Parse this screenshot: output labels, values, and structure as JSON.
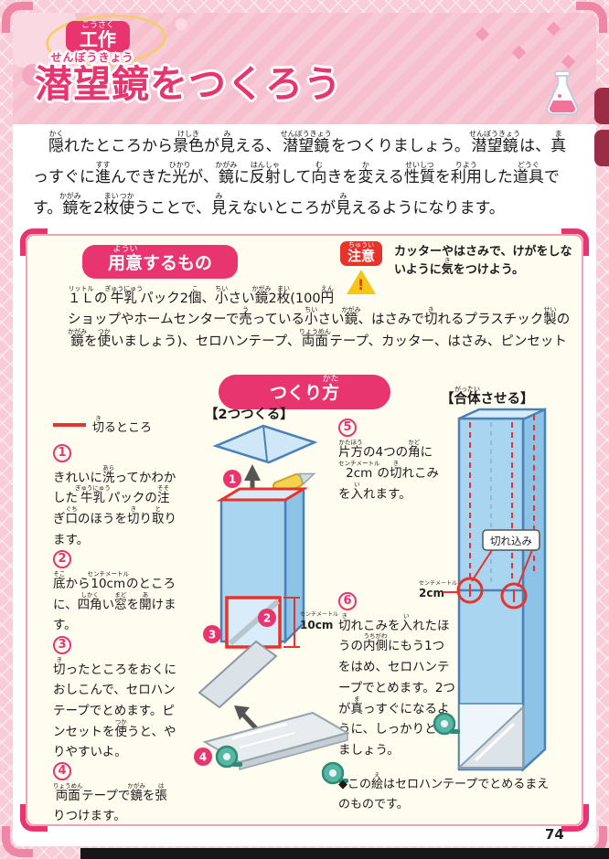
{
  "page": {
    "number": "74"
  },
  "colors": {
    "accent_pink": "#e8346f",
    "cut_red": "#e8332c",
    "caution_yellow": "#f5c518",
    "carton_blue": "#a9d5f0",
    "tape_teal": "#57b6a4"
  },
  "icons": {
    "flask": "flask-beaker",
    "warning": "warning-triangle",
    "tape": "tape-roll",
    "cutter": "utility-knife",
    "arrow": "insert-arrow"
  },
  "header": {
    "category_badge": "{工作|こうさく}",
    "title": "{潜望鏡|せんぼうきょう}をつくろう"
  },
  "intro": "　{隠|かく}れたところから{景色|けしき}が{見|み}える、{潜望鏡|せんぼうきょう}をつくりましょう。{潜望鏡|せんぼうきょう}は、{真|ま}っすぐに{進|すす}んできた{光|ひかり}が、{鏡|かがみ}に{反射|はんしゃ}して{向|む}きを{変|か}える{性質|せいしつ}を{利用|りよう}した{道具|どうぐ}です。{鏡|かがみ}を2{枚|まい}{使|つか}うことで、{見|み}えないところが{見|み}えるようになります。",
  "materials": {
    "heading": "{用意|ようい}するもの",
    "caution_label": "{注意|ちゅうい}",
    "caution_text": "カッターやはさみで、けがをしないように{気|き}をつけよう。",
    "list": "{１Ｌ|リットル}の{牛乳|ぎゅうにゅう}パック2{個|こ}、{小|ちい}さい{鏡|かがみ}2{枚|まい}(100{円|えん}ショップやホームセンターで{売|う}っている{小|ちい}さい{鏡|かがみ}、はさみで{切|き}れるプラスチック{製|せい}の{鏡|かがみ}を{使|つか}いましょう)、セロハンテープ、{両面|りょうめん}テープ、カッター、はさみ、ピンセット"
  },
  "howto": {
    "heading": "つくり{方|かた}",
    "legend": "{切|き}るところ",
    "make_two_label": "【2つつくる】",
    "combine_label": "【{合体|がったい}させる】",
    "steps": [
      {
        "num": "1",
        "text": "きれいに{洗|あら}ってかわかした{牛乳|ぎゅうにゅう}パックの{注|そそ}ぎ{口|ぐち}のほうを{切|き}り{取|と}ります。"
      },
      {
        "num": "2",
        "text": "{底|そこ}から{10cm|センチメートル}のところに、{四角|しかく}い{窓|まど}を{開|あ}けます。"
      },
      {
        "num": "3",
        "text": "{切|き}ったところをおくにおしこんで、セロハンテープでとめます。ピンセットを{使|つか}うと、やりやすいよ。"
      },
      {
        "num": "4",
        "text": "{両面|りょうめん}テープで{鏡|かがみ}を{張|は}りつけます。"
      },
      {
        "num": "5",
        "text": "{片方|かたほう}の4つの{角|かど}に{2cm|センチメートル}の{切|き}れこみを{入|い}れます。"
      },
      {
        "num": "6",
        "text": "{切|き}れこみを{入|い}れたほうの{内側|うちがわ}にもう1つをはめ、セロハンテープでとめます。2つが{真|ま}っすぐになるように、しっかりとめましょう。"
      }
    ],
    "diagram": {
      "ten_cm": "10cm",
      "ten_cm_ruby": "センチメートル",
      "two_cm": "2cm",
      "two_cm_ruby": "センチメートル",
      "kirekomi": "切れ込み"
    },
    "note": "◆この{絵|え}はセロハンテープでとめるまえのものです。"
  }
}
